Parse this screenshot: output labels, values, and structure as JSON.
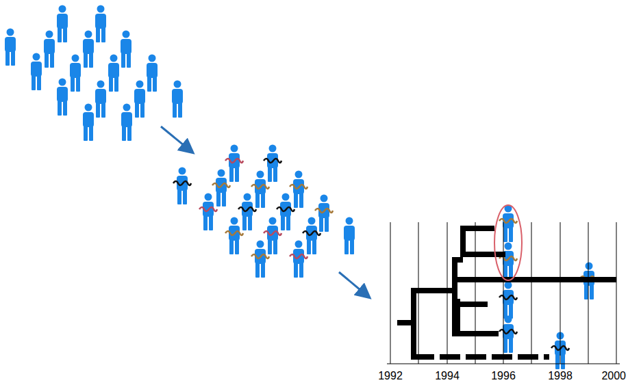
{
  "diagram": {
    "labels": [
      "1992",
      "1994",
      "1996",
      "1998",
      "2000"
    ]
  }
}
